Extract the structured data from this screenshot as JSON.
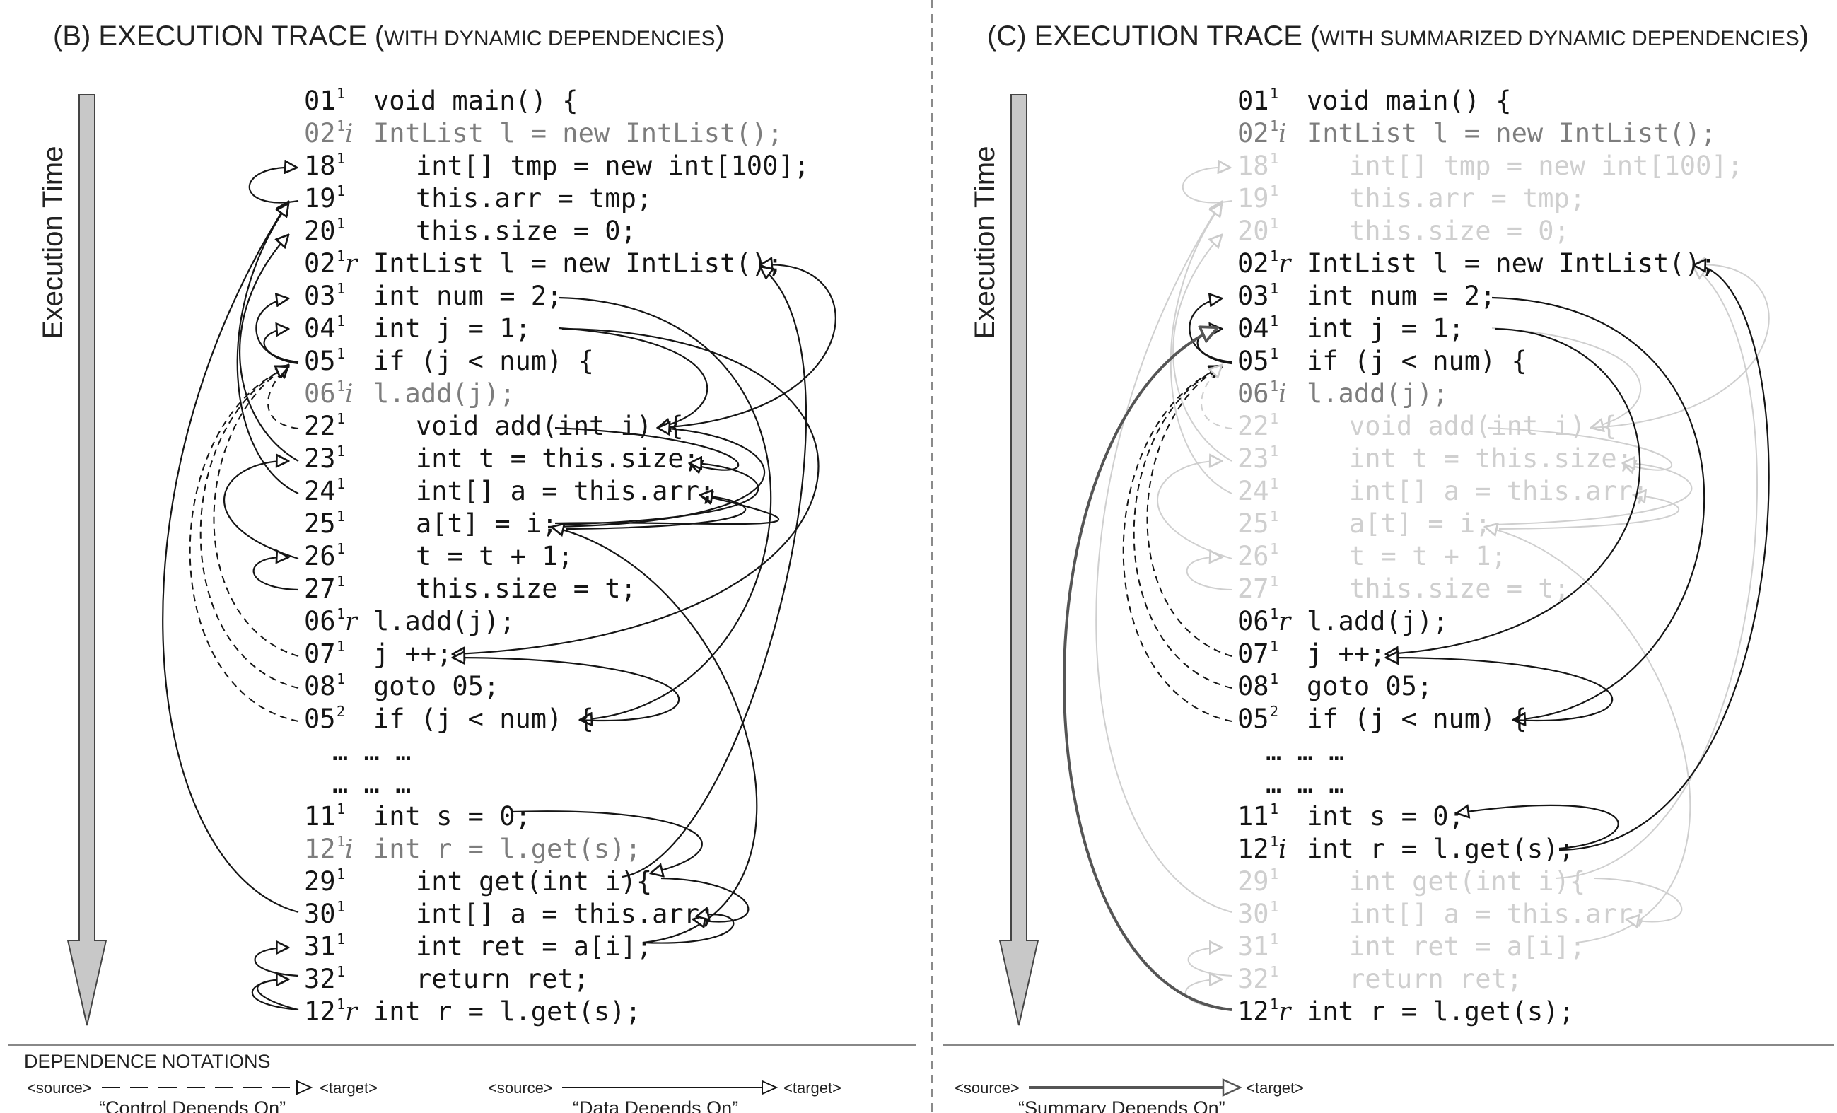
{
  "panels": [
    {
      "heading_main": "(B) EXECUTION TRACE (",
      "heading_small": "WITH DYNAMIC DEPENDENCIES",
      "heading_close": ")",
      "axis_label": "Execution Time",
      "lines": [
        {
          "num": "01",
          "sup": "1",
          "tag": "",
          "code": "void main() {",
          "indent": 0,
          "style": "dark"
        },
        {
          "num": "02",
          "sup": "1",
          "tag": "i",
          "code": "IntList l = new IntList();",
          "indent": 0,
          "style": "med"
        },
        {
          "num": "18",
          "sup": "1",
          "tag": "",
          "code": "int[] tmp = new int[100];",
          "indent": 1,
          "style": "dark"
        },
        {
          "num": "19",
          "sup": "1",
          "tag": "",
          "code": "this.arr = tmp;",
          "indent": 1,
          "style": "dark"
        },
        {
          "num": "20",
          "sup": "1",
          "tag": "",
          "code": "this.size = 0;",
          "indent": 1,
          "style": "dark"
        },
        {
          "num": "02",
          "sup": "1",
          "tag": "r",
          "code": "IntList l = new IntList();",
          "indent": 0,
          "style": "dark"
        },
        {
          "num": "03",
          "sup": "1",
          "tag": "",
          "code": "int num = 2;",
          "indent": 0,
          "style": "dark"
        },
        {
          "num": "04",
          "sup": "1",
          "tag": "",
          "code": "int j = 1;",
          "indent": 0,
          "style": "dark"
        },
        {
          "num": "05",
          "sup": "1",
          "tag": "",
          "code": "if (j < num) {",
          "indent": 0,
          "style": "dark"
        },
        {
          "num": "06",
          "sup": "1",
          "tag": "i",
          "code": "l.add(j);",
          "indent": 0,
          "style": "med"
        },
        {
          "num": "22",
          "sup": "1",
          "tag": "",
          "code": "void add(int i) {",
          "indent": 1,
          "style": "dark"
        },
        {
          "num": "23",
          "sup": "1",
          "tag": "",
          "code": "int t = this.size;",
          "indent": 1,
          "style": "dark"
        },
        {
          "num": "24",
          "sup": "1",
          "tag": "",
          "code": "int[] a = this.arr;",
          "indent": 1,
          "style": "dark"
        },
        {
          "num": "25",
          "sup": "1",
          "tag": "",
          "code": "a[t] = i;",
          "indent": 1,
          "style": "dark"
        },
        {
          "num": "26",
          "sup": "1",
          "tag": "",
          "code": "t = t + 1;",
          "indent": 1,
          "style": "dark"
        },
        {
          "num": "27",
          "sup": "1",
          "tag": "",
          "code": "this.size = t;",
          "indent": 1,
          "style": "dark"
        },
        {
          "num": "06",
          "sup": "1",
          "tag": "r",
          "code": "l.add(j);",
          "indent": 0,
          "style": "dark"
        },
        {
          "num": "07",
          "sup": "1",
          "tag": "",
          "code": "j ++;",
          "indent": 0,
          "style": "dark"
        },
        {
          "num": "08",
          "sup": "1",
          "tag": "",
          "code": "goto 05;",
          "indent": 0,
          "style": "dark"
        },
        {
          "num": "05",
          "sup": "2",
          "tag": "",
          "code": "if (j < num) {",
          "indent": 0,
          "style": "dark"
        },
        {
          "num": "",
          "sup": "",
          "tag": "",
          "code": "… … …",
          "indent": -1,
          "style": "dark"
        },
        {
          "num": "",
          "sup": "",
          "tag": "",
          "code": "… … …",
          "indent": -1,
          "style": "dark"
        },
        {
          "num": "11",
          "sup": "1",
          "tag": "",
          "code": "int s = 0;",
          "indent": 0,
          "style": "dark"
        },
        {
          "num": "12",
          "sup": "1",
          "tag": "i",
          "code": "int r = l.get(s);",
          "indent": 0,
          "style": "med"
        },
        {
          "num": "29",
          "sup": "1",
          "tag": "",
          "code": "int get(int i){",
          "indent": 1,
          "style": "dark"
        },
        {
          "num": "30",
          "sup": "1",
          "tag": "",
          "code": "int[] a = this.arr;",
          "indent": 1,
          "style": "dark"
        },
        {
          "num": "31",
          "sup": "1",
          "tag": "",
          "code": "int ret = a[i];",
          "indent": 1,
          "style": "dark"
        },
        {
          "num": "32",
          "sup": "1",
          "tag": "",
          "code": "return ret;",
          "indent": 1,
          "style": "dark"
        },
        {
          "num": "12",
          "sup": "1",
          "tag": "r",
          "code": "int r = l.get(s);",
          "indent": 0,
          "style": "dark"
        }
      ]
    },
    {
      "heading_main": "(C) EXECUTION TRACE (",
      "heading_small": "WITH SUMMARIZED DYNAMIC DEPENDENCIES",
      "heading_close": ")",
      "axis_label": "Execution Time",
      "lines": [
        {
          "num": "01",
          "sup": "1",
          "tag": "",
          "code": "void main() {",
          "indent": 0,
          "style": "dark"
        },
        {
          "num": "02",
          "sup": "1",
          "tag": "i",
          "code": "IntList l = new IntList();",
          "indent": 0,
          "style": "med"
        },
        {
          "num": "18",
          "sup": "1",
          "tag": "",
          "code": "int[] tmp = new int[100];",
          "indent": 1,
          "style": "faint"
        },
        {
          "num": "19",
          "sup": "1",
          "tag": "",
          "code": "this.arr = tmp;",
          "indent": 1,
          "style": "faint"
        },
        {
          "num": "20",
          "sup": "1",
          "tag": "",
          "code": "this.size = 0;",
          "indent": 1,
          "style": "faint"
        },
        {
          "num": "02",
          "sup": "1",
          "tag": "r",
          "code": "IntList l = new IntList();",
          "indent": 0,
          "style": "dark"
        },
        {
          "num": "03",
          "sup": "1",
          "tag": "",
          "code": "int num = 2;",
          "indent": 0,
          "style": "dark"
        },
        {
          "num": "04",
          "sup": "1",
          "tag": "",
          "code": "int j = 1;",
          "indent": 0,
          "style": "dark"
        },
        {
          "num": "05",
          "sup": "1",
          "tag": "",
          "code": "if (j < num) {",
          "indent": 0,
          "style": "dark"
        },
        {
          "num": "06",
          "sup": "1",
          "tag": "i",
          "code": "l.add(j);",
          "indent": 0,
          "style": "med"
        },
        {
          "num": "22",
          "sup": "1",
          "tag": "",
          "code": "void add(int i) {",
          "indent": 1,
          "style": "faint"
        },
        {
          "num": "23",
          "sup": "1",
          "tag": "",
          "code": "int t = this.size;",
          "indent": 1,
          "style": "faint"
        },
        {
          "num": "24",
          "sup": "1",
          "tag": "",
          "code": "int[] a = this.arr;",
          "indent": 1,
          "style": "faint"
        },
        {
          "num": "25",
          "sup": "1",
          "tag": "",
          "code": "a[t] = i;",
          "indent": 1,
          "style": "faint"
        },
        {
          "num": "26",
          "sup": "1",
          "tag": "",
          "code": "t = t + 1;",
          "indent": 1,
          "style": "faint"
        },
        {
          "num": "27",
          "sup": "1",
          "tag": "",
          "code": "this.size = t;",
          "indent": 1,
          "style": "faint"
        },
        {
          "num": "06",
          "sup": "1",
          "tag": "r",
          "code": "l.add(j);",
          "indent": 0,
          "style": "dark"
        },
        {
          "num": "07",
          "sup": "1",
          "tag": "",
          "code": "j ++;",
          "indent": 0,
          "style": "dark"
        },
        {
          "num": "08",
          "sup": "1",
          "tag": "",
          "code": "goto 05;",
          "indent": 0,
          "style": "dark"
        },
        {
          "num": "05",
          "sup": "2",
          "tag": "",
          "code": "if (j < num) {",
          "indent": 0,
          "style": "dark"
        },
        {
          "num": "",
          "sup": "",
          "tag": "",
          "code": "… … …",
          "indent": -1,
          "style": "dark"
        },
        {
          "num": "",
          "sup": "",
          "tag": "",
          "code": "… … …",
          "indent": -1,
          "style": "dark"
        },
        {
          "num": "11",
          "sup": "1",
          "tag": "",
          "code": "int s = 0;",
          "indent": 0,
          "style": "dark"
        },
        {
          "num": "12",
          "sup": "1",
          "tag": "i",
          "code": "int r = l.get(s);",
          "indent": 0,
          "style": "dark"
        },
        {
          "num": "29",
          "sup": "1",
          "tag": "",
          "code": "int get(int i){",
          "indent": 1,
          "style": "faint"
        },
        {
          "num": "30",
          "sup": "1",
          "tag": "",
          "code": "int[] a = this.arr;",
          "indent": 1,
          "style": "faint"
        },
        {
          "num": "31",
          "sup": "1",
          "tag": "",
          "code": "int ret = a[i];",
          "indent": 1,
          "style": "faint"
        },
        {
          "num": "32",
          "sup": "1",
          "tag": "",
          "code": "return ret;",
          "indent": 1,
          "style": "faint"
        },
        {
          "num": "12",
          "sup": "1",
          "tag": "r",
          "code": "int r = l.get(s);",
          "indent": 0,
          "style": "dark"
        }
      ]
    }
  ],
  "notations": {
    "title": "DEPENDENCE NOTATIONS",
    "source": "<source>",
    "target": "<target>",
    "control_label": "“Control Depends On”",
    "data_label": "“Data Depends On”",
    "summary_label": "“Summary Depends On”"
  },
  "colors": {
    "dark": "#151515",
    "medium": "#7d7d7d",
    "faint": "#cfcfcf",
    "summary_edge": "#555555",
    "time_arrow_fill": "#c8c8c8"
  }
}
